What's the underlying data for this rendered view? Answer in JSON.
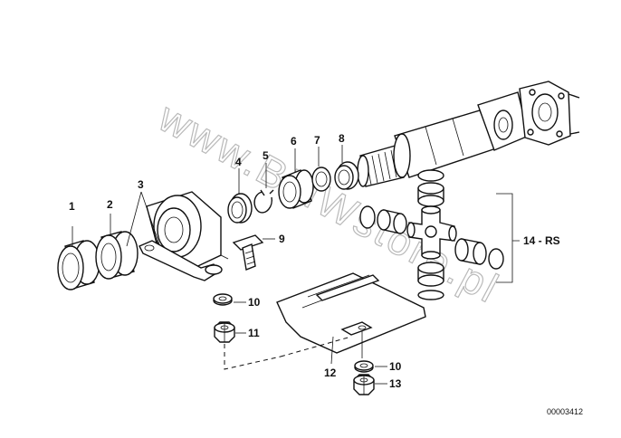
{
  "labels": {
    "p1": "1",
    "p2": "2",
    "p3": "3",
    "p4": "4",
    "p5": "5",
    "p6": "6",
    "p7": "7",
    "p8": "8",
    "p9": "9",
    "p10a": "10",
    "p11": "11",
    "p12": "12",
    "p10b": "10",
    "p13": "13",
    "p14": "14 - RS"
  },
  "watermark": "www.BMWstore.pl",
  "drawing_number": "00003412"
}
